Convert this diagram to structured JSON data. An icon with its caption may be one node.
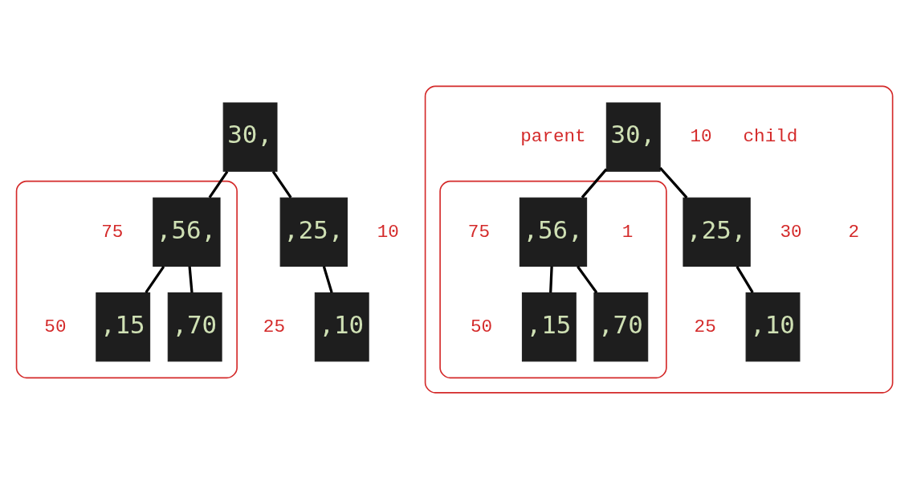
{
  "diagram": {
    "nodes": [
      {
        "text": [
          "30,"
        ]
      },
      {
        "text": [],
        "shape": "box"
      },
      {
        "text": [
          ",56,"
        ],
        "in": 1,
        "beside": [
          "75"
        ]
      },
      {
        "text": [
          ",25,"
        ],
        "beside": [
          "10"
        ]
      },
      {
        "text": [
          ",15"
        ],
        "in": 1,
        "beside": [
          "50"
        ]
      },
      {
        "text": [
          ",70"
        ],
        "in": 1
      },
      {
        "text": [
          ",10"
        ],
        "beside": [
          "25"
        ]
      },
      {
        "text": [],
        "shape": "box"
      },
      {
        "text": [
          "30,"
        ],
        "in": 7,
        "beside": [
          "10"
        ]
      },
      {
        "text": [],
        "shape": "box",
        "in": 7
      },
      {
        "text": [
          ",56,"
        ],
        "in": 9,
        "beside": [
          "75",
          "1"
        ]
      },
      {
        "text": [
          ",25,"
        ],
        "in": 7,
        "beside": [
          "30",
          "2"
        ]
      },
      {
        "text": [
          ",15"
        ],
        "in": 9,
        "beside": [
          "50"
        ]
      },
      {
        "text": [
          ",70"
        ],
        "in": 9
      },
      {
        "text": [
          ",10"
        ],
        "in": 7,
        "beside": [
          "25"
        ]
      }
    ],
    "edges": [
      {
        "from": 0,
        "to": 2,
        "arrow": "none"
      },
      {
        "from": 0,
        "to": 3,
        "arrow": "none"
      },
      {
        "from": 2,
        "to": 4,
        "arrow": "none"
      },
      {
        "from": 2,
        "to": 5,
        "arrow": "none"
      },
      {
        "from": 3,
        "to": 6,
        "arrow": "none"
      },
      {
        "from": 8,
        "to": 10,
        "arrow": "none"
      },
      {
        "from": 8,
        "to": 11,
        "arrow": "none"
      },
      {
        "from": 10,
        "to": 12,
        "arrow": "none"
      },
      {
        "from": 10,
        "to": 13,
        "arrow": "none"
      },
      {
        "from": 11,
        "to": 14,
        "arrow": "none"
      }
    ],
    "labels": [
      "parent",
      "child"
    ]
  }
}
